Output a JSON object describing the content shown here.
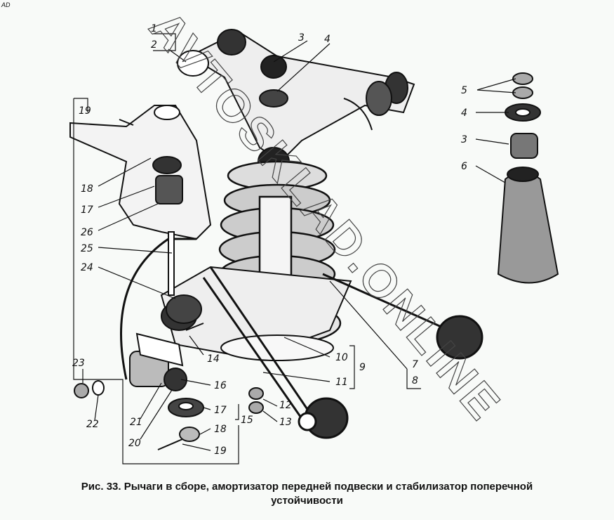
{
  "corner_mark": "AD",
  "watermark": "AVTOSKLAD.ONLINE",
  "caption": {
    "line1": "Рис. 33. Рычаги в сборе, амортизатор передней подвески и стабилизатор поперечной",
    "line2": "устойчивости"
  },
  "labels": {
    "l1": "1",
    "l2": "2",
    "l3a": "3",
    "l4a": "4",
    "l5": "5",
    "l4b": "4",
    "l3b": "3",
    "l6": "6",
    "l19a": "19",
    "l18a": "18",
    "l17a": "17",
    "l26": "26",
    "l25": "25",
    "l24": "24",
    "l14": "14",
    "l16": "16",
    "l17b": "17",
    "l15": "15",
    "l18b": "18",
    "l19b": "19",
    "l21": "21",
    "l20": "20",
    "l23": "23",
    "l22": "22",
    "l12": "12",
    "l13": "13",
    "l11": "11",
    "l10": "10",
    "l9": "9",
    "l7": "7",
    "l8": "8"
  }
}
